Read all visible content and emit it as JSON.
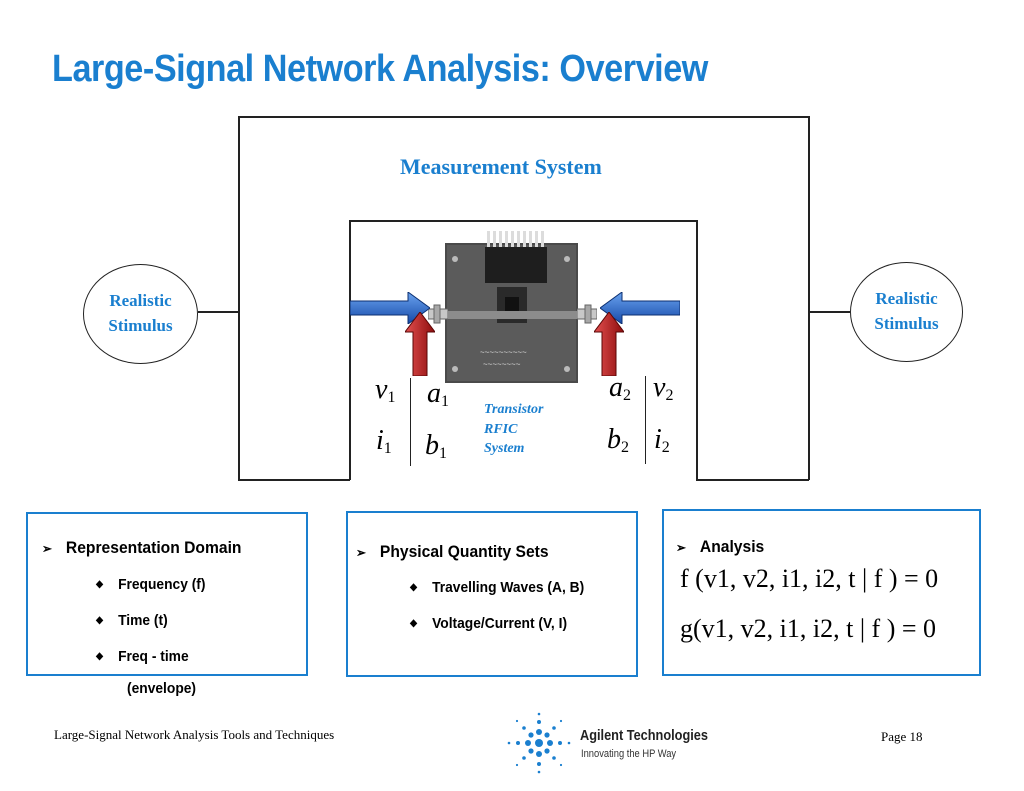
{
  "title": "Large-Signal Network Analysis: Overview",
  "diagram": {
    "measurement_system_label": "Measurement System",
    "stimulus_left": [
      "Realistic",
      "Stimulus"
    ],
    "stimulus_right": [
      "Realistic",
      "Stimulus"
    ],
    "dut_label": [
      "Transistor",
      "RFIC",
      "System"
    ],
    "port1": {
      "v": "v",
      "v_sub": "1",
      "i": "i",
      "i_sub": "1",
      "a": "a",
      "a_sub": "1",
      "b": "b",
      "b_sub": "1"
    },
    "port2": {
      "v": "v",
      "v_sub": "2",
      "i": "i",
      "i_sub": "2",
      "a": "a",
      "a_sub": "2",
      "b": "b",
      "b_sub": "2"
    },
    "arrow_colors": {
      "incident": "#1e5fbf",
      "reflected": "#b01818"
    }
  },
  "boxes": {
    "representation": {
      "heading": "Representation Domain",
      "items": [
        "Frequency (f)",
        "Time (t)",
        "Freq - time",
        "(envelope)"
      ]
    },
    "physical": {
      "heading": "Physical Quantity Sets",
      "items": [
        "Travelling Waves (A, B)",
        "Voltage/Current (V, I)"
      ]
    },
    "analysis": {
      "heading": "Analysis",
      "equations": [
        "f (v1, v2, i1, i2, t | f ) = 0",
        "g(v1, v2, i1, i2, t | f ) = 0"
      ]
    }
  },
  "footer": {
    "left": "Large-Signal Network Analysis Tools and Techniques",
    "company": "Agilent Technologies",
    "tagline": "Innovating the HP Way",
    "page": "Page 18"
  },
  "colors": {
    "accent": "#1a7fcf",
    "box_border": "#1a7fcf"
  }
}
